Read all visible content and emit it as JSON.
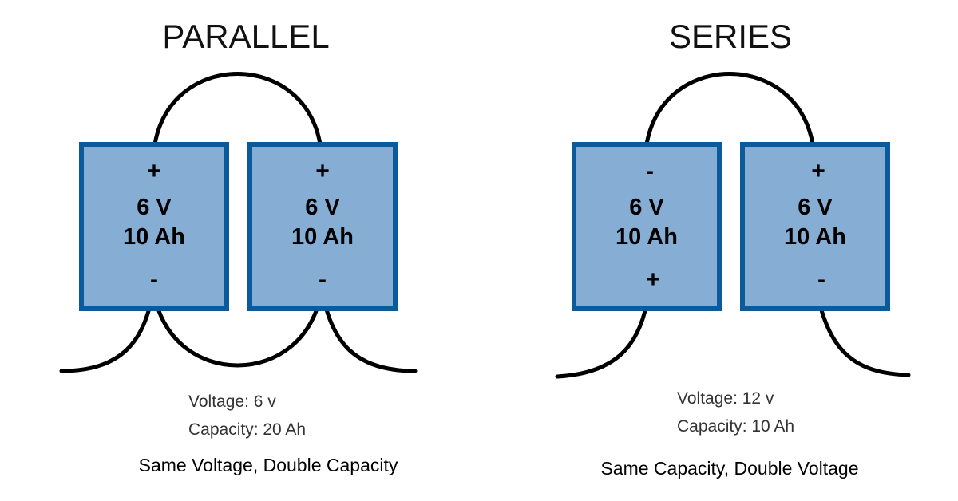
{
  "parallel": {
    "title": "PARALLEL",
    "batteries": [
      {
        "voltage": "6 V",
        "capacity": "10 Ah",
        "top_terminal": "+",
        "bottom_terminal": "-"
      },
      {
        "voltage": "6 V",
        "capacity": "10 Ah",
        "top_terminal": "+",
        "bottom_terminal": "-"
      }
    ],
    "result_voltage": "Voltage: 6 v",
    "result_capacity": "Capacity: 20 Ah",
    "summary": "Same Voltage, Double Capacity"
  },
  "series": {
    "title": "SERIES",
    "batteries": [
      {
        "voltage": "6 V",
        "capacity": "10 Ah",
        "top_terminal": "-",
        "bottom_terminal": "+"
      },
      {
        "voltage": "6 V",
        "capacity": "10 Ah",
        "top_terminal": "+",
        "bottom_terminal": "-"
      }
    ],
    "result_voltage": "Voltage: 12 v",
    "result_capacity": "Capacity: 10 Ah",
    "summary": "Same Capacity, Double Voltage"
  },
  "colors": {
    "battery_fill": "#86aed4",
    "battery_border": "#0b5a9c",
    "wire": "#000000"
  }
}
